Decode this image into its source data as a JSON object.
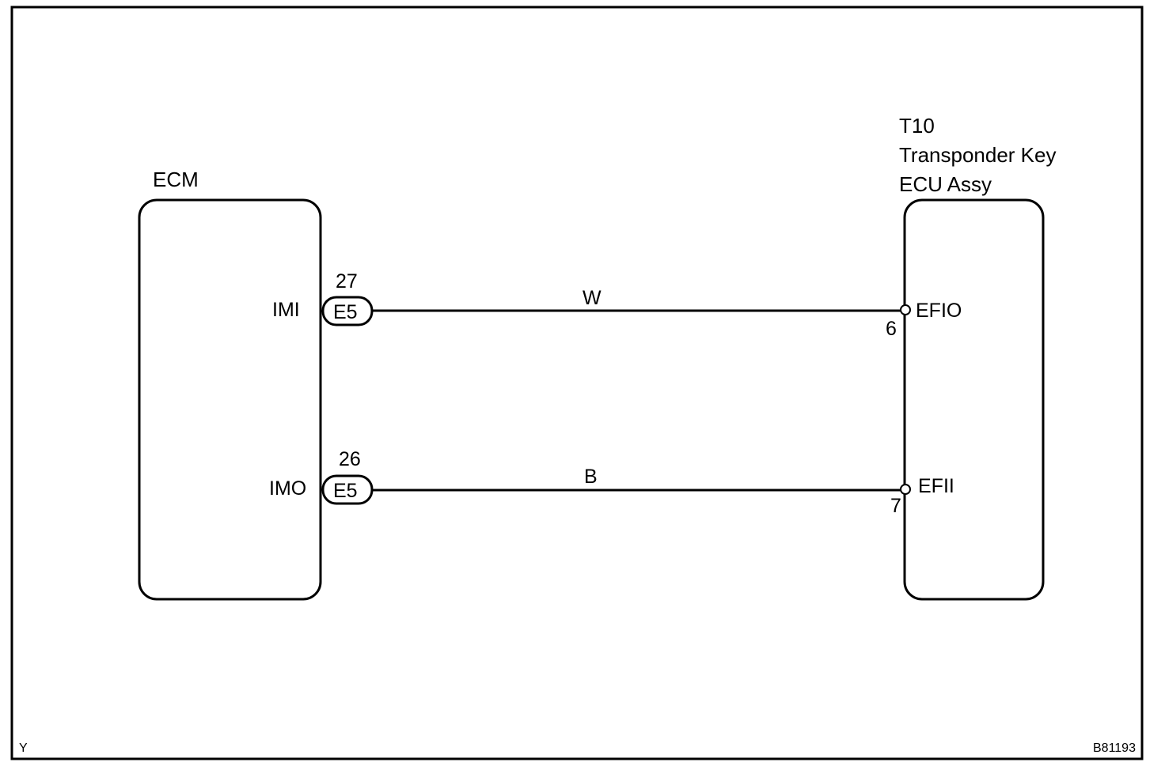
{
  "left_component": {
    "name": "ECM"
  },
  "right_component": {
    "code": "T10",
    "name_line1": "Transponder Key",
    "name_line2": "ECU Assy"
  },
  "wires": [
    {
      "from_terminal": "IMI",
      "from_pin": "27",
      "connector": "E5",
      "color": "W",
      "to_terminal": "EFIO",
      "to_pin": "6"
    },
    {
      "from_terminal": "IMO",
      "from_pin": "26",
      "connector": "E5",
      "color": "B",
      "to_terminal": "EFII",
      "to_pin": "7"
    }
  ],
  "footer": {
    "left_code": "Y",
    "figure_id": "B81193"
  }
}
